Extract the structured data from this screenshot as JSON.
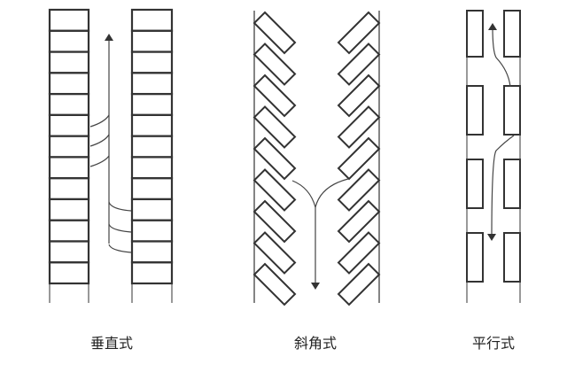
{
  "labels": {
    "perpendicular": "垂直式",
    "angled": "斜角式",
    "parallel": "平行式"
  },
  "layouts": {
    "perpendicular": {
      "stalls_per_side": 13
    },
    "angled": {
      "stalls_per_side": 9,
      "angle_deg": 45
    },
    "parallel": {
      "stalls_per_side": 4
    }
  },
  "colors": {
    "stroke": "#333333",
    "background": "#ffffff"
  }
}
